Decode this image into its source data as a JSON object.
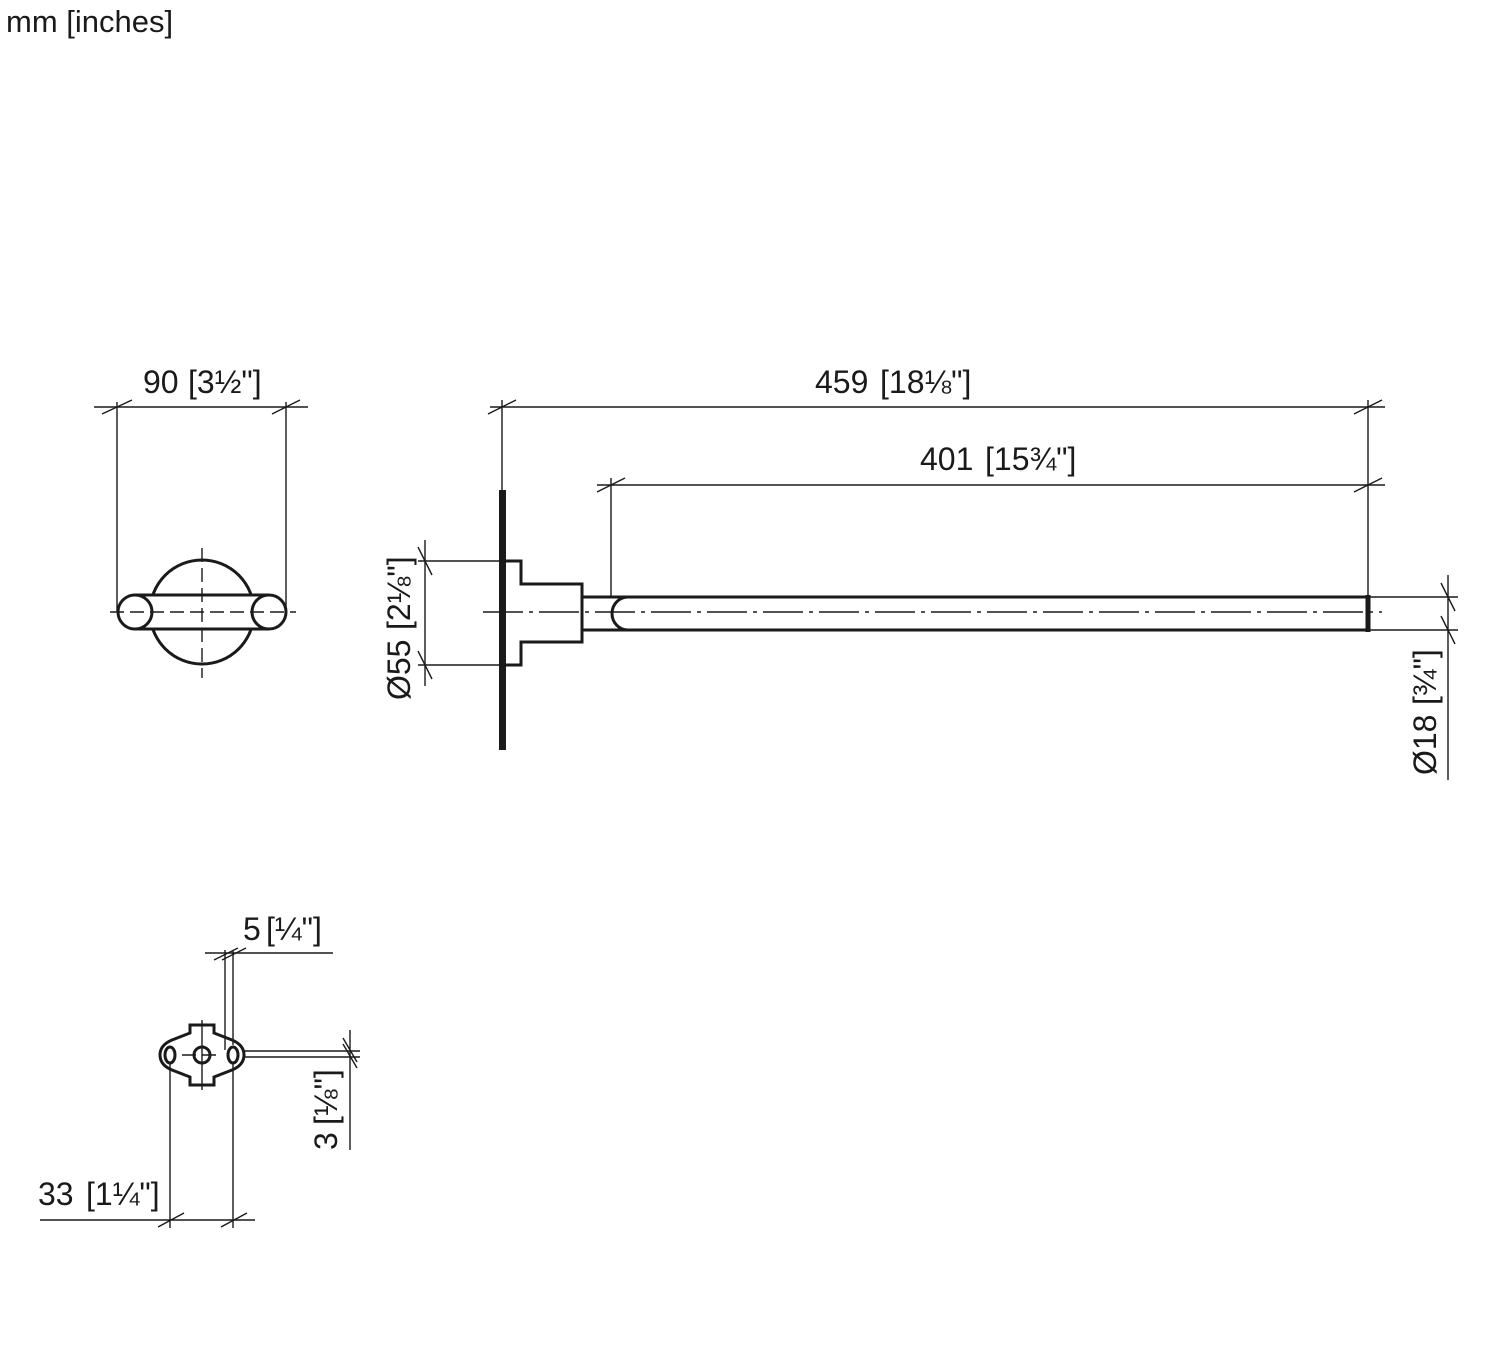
{
  "units_label": "mm [inches]",
  "dimensions": {
    "overall_width": {
      "mm": "90",
      "inches": "[3½\"]"
    },
    "overall_length": {
      "mm": "459",
      "inches": "[18⅛\"]"
    },
    "arm_length": {
      "mm": "401",
      "inches": "[15¾\"]"
    },
    "rosette_diameter": {
      "mm": "Ø55",
      "inches": "[2⅛\"]"
    },
    "arm_diameter": {
      "mm": "Ø18",
      "inches": "[¾\"]"
    },
    "bracket_offset": {
      "mm": "5",
      "inches": "[¼\"]"
    },
    "bracket_thickness": {
      "mm": "3",
      "inches": "[⅛\"]"
    },
    "hole_spacing": {
      "mm": "33",
      "inches": "[1¼\"]"
    }
  }
}
